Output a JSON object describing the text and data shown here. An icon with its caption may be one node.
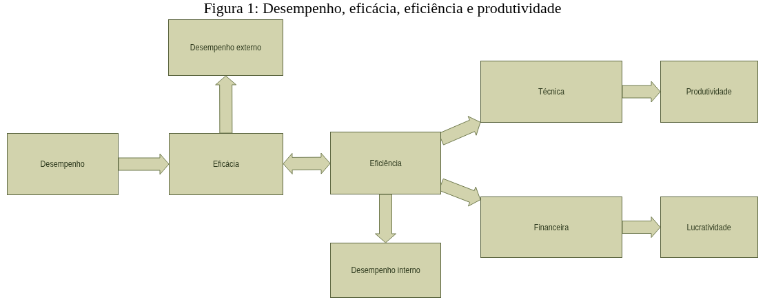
{
  "diagram": {
    "title": "Figura 1: Desempenho, eficácia, eficiência e produtividade",
    "nodes": [
      {
        "text": [
          "Desempenho externo"
        ]
      },
      {
        "text": [
          "Desempenho"
        ]
      },
      {
        "text": [
          "Eficácia"
        ]
      },
      {
        "text": [
          "Eficiência"
        ]
      },
      {
        "text": [
          "Técnica"
        ]
      },
      {
        "text": [
          "Produtividade"
        ]
      },
      {
        "text": [
          "Financeira"
        ]
      },
      {
        "text": [
          "Lucratividade"
        ]
      },
      {
        "text": [
          "Desempenho interno"
        ]
      }
    ],
    "edges": [
      {
        "from": 1,
        "to": 2,
        "arrow": "to"
      },
      {
        "from": 2,
        "to": 3,
        "arrow": "both"
      },
      {
        "from": 2,
        "to": 0,
        "arrow": "to"
      },
      {
        "from": 3,
        "to": 4,
        "arrow": "to"
      },
      {
        "from": 3,
        "to": 6,
        "arrow": "to"
      },
      {
        "from": 3,
        "to": 8,
        "arrow": "to"
      },
      {
        "from": 4,
        "to": 5,
        "arrow": "to"
      },
      {
        "from": 6,
        "to": 7,
        "arrow": "to"
      }
    ]
  }
}
